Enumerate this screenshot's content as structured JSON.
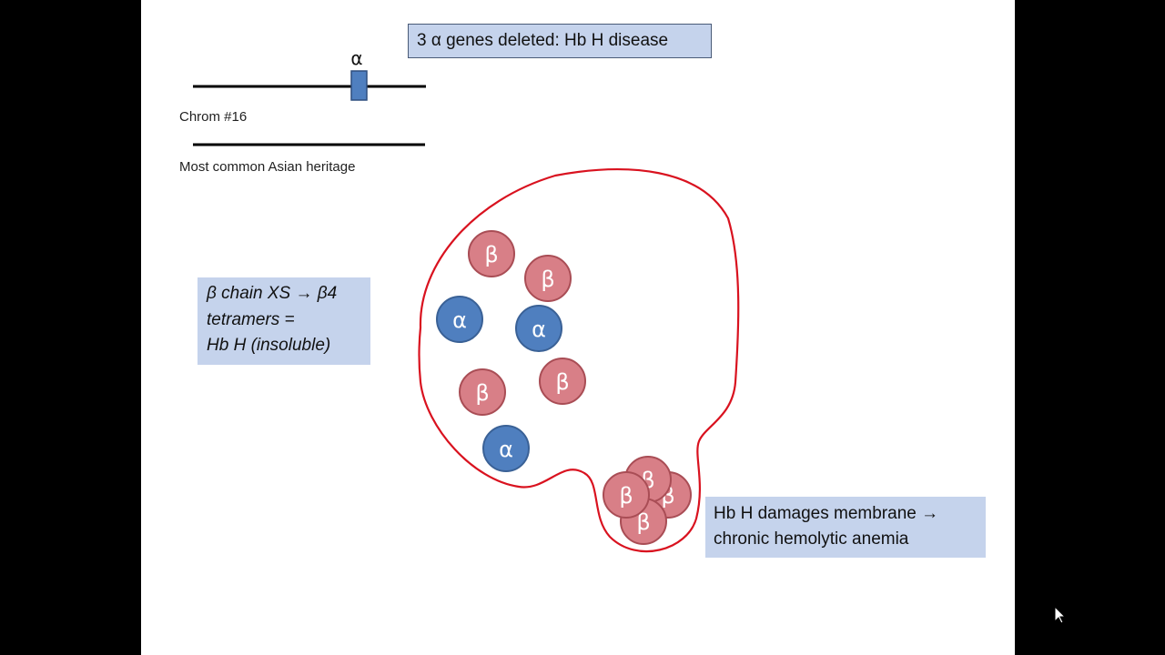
{
  "title": "3 α genes deleted: Hb H disease",
  "chromosome": {
    "label": "Chrom #16",
    "gene_label": "α",
    "heritage_label": "Most common Asian heritage"
  },
  "left_note": {
    "lines": [
      "β chain XS → β4",
      "tetramers =",
      "Hb H (insoluble)"
    ]
  },
  "right_note": {
    "lines": [
      "Hb H damages membrane →",
      "chronic hemolytic anemia"
    ]
  },
  "chains": {
    "alpha_symbol": "α",
    "beta_symbol": "β"
  },
  "colors": {
    "alpha_fill": "#4f7fbf",
    "alpha_stroke": "#3a6196",
    "beta_fill": "#d87f87",
    "beta_stroke": "#a94d55",
    "cell_outline": "#d9121f",
    "note_bg": "#c5d3ec",
    "gene_box": "#4f7fbf"
  }
}
